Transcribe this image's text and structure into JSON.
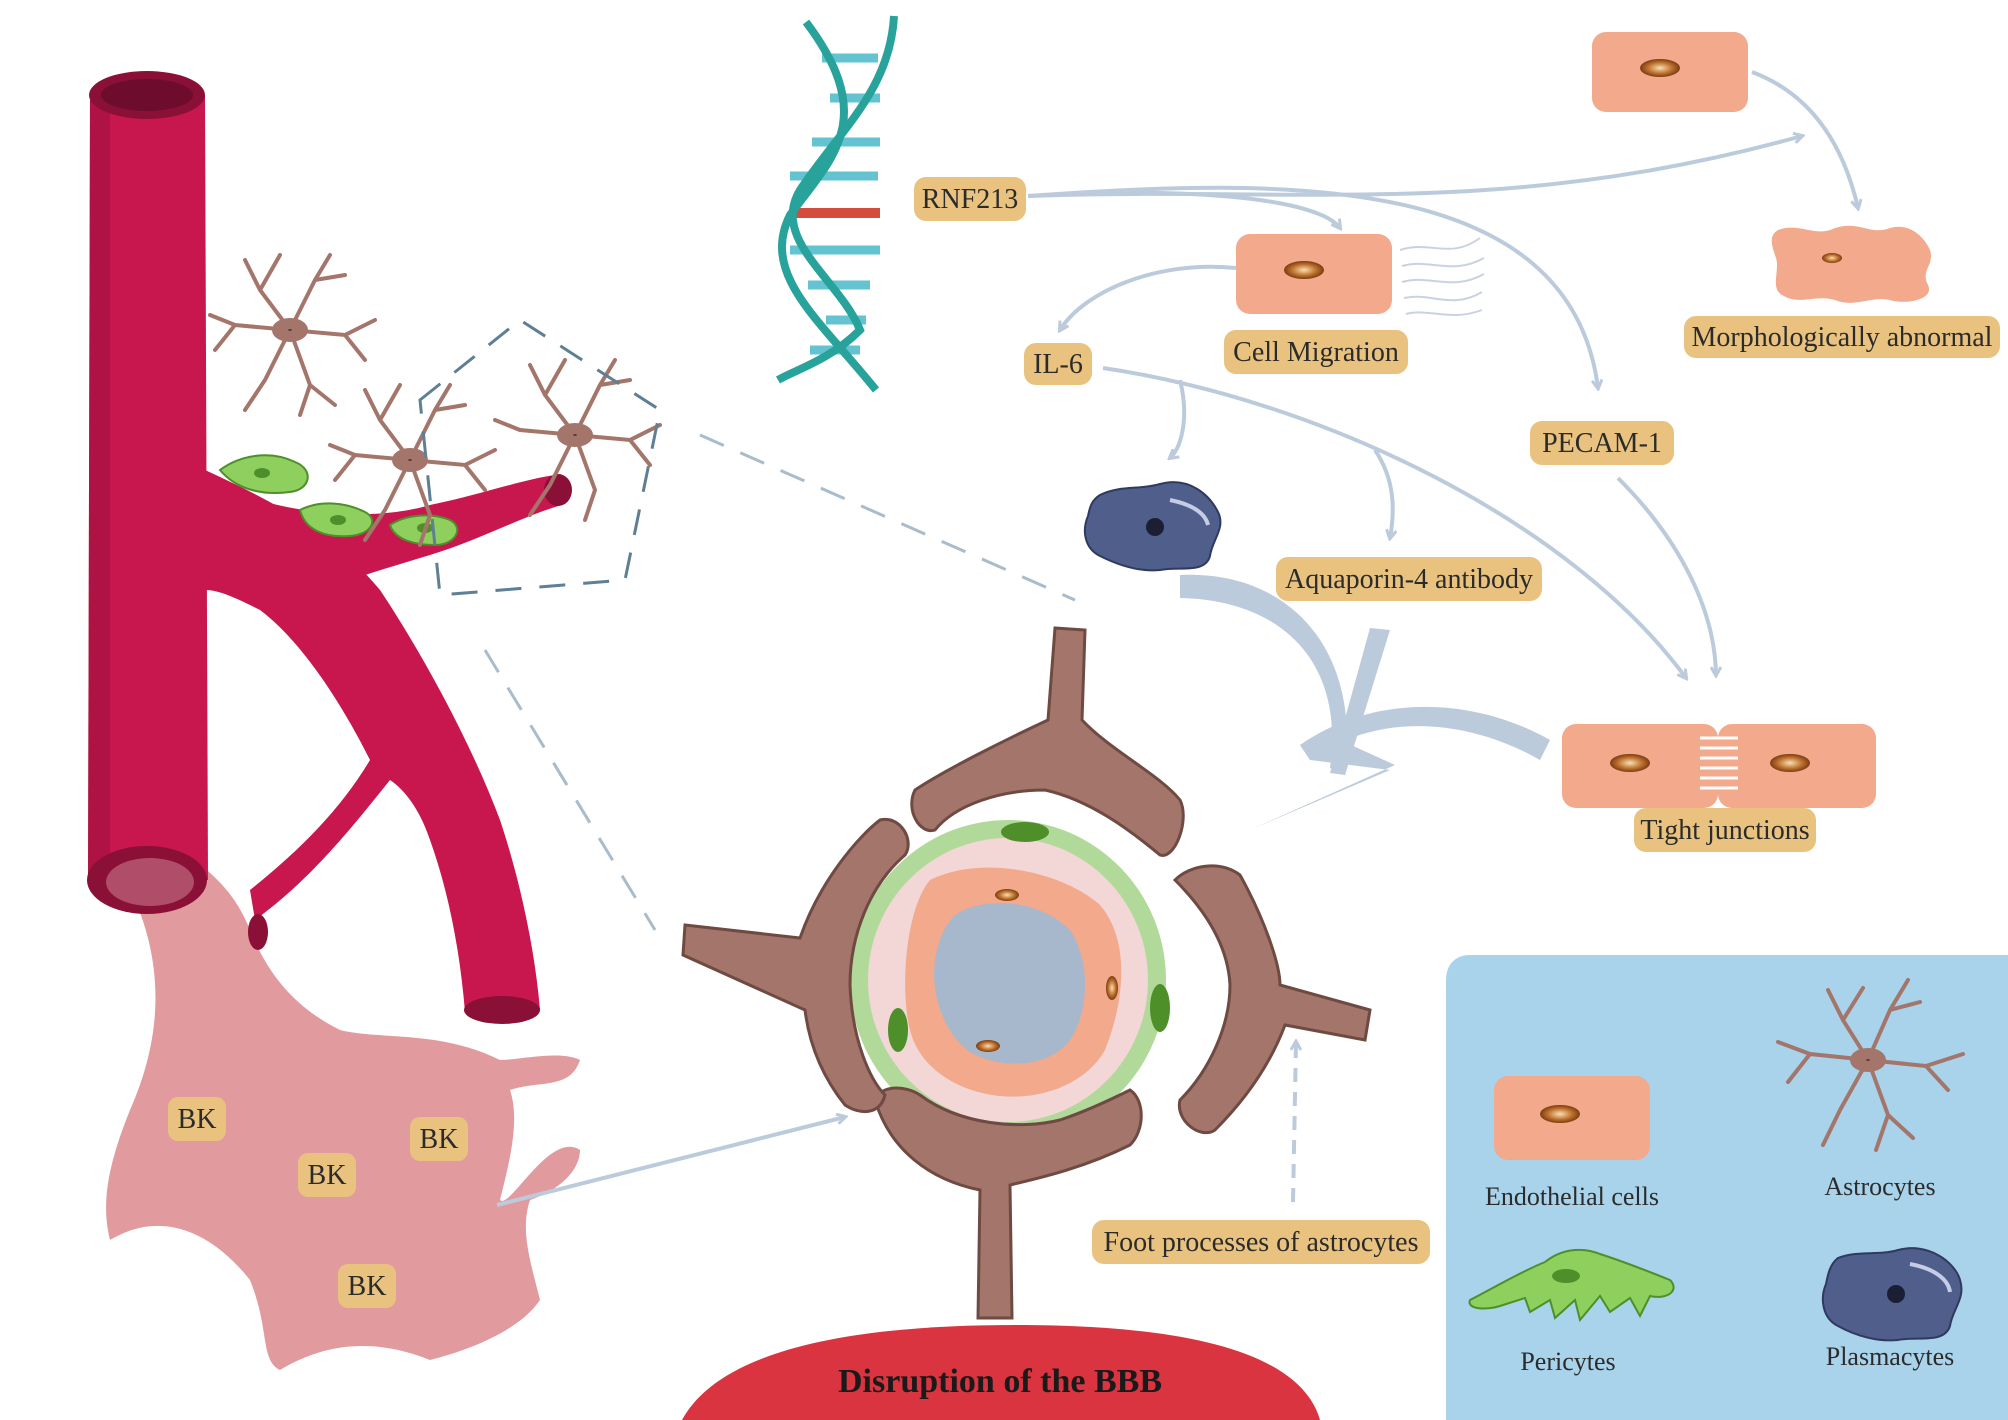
{
  "labels": {
    "rnf213": "RNF213",
    "il6": "IL-6",
    "cell_migration": "Cell Migration",
    "pecam1": "PECAM-1",
    "morph_abnormal": "Morphologically abnormal",
    "aquaporin": "Aquaporin-4 antibody",
    "tight_junctions": "Tight junctions",
    "foot_processes": "Foot processes of astrocytes",
    "bk": [
      "BK",
      "BK",
      "BK",
      "BK"
    ]
  },
  "title": "Disruption of the BBB",
  "legend": {
    "endothelial": "Endothelial cells",
    "astrocytes": "Astrocytes",
    "pericytes": "Pericytes",
    "plasmacytes": "Plasmacytes"
  },
  "colors": {
    "vessel": "#c8174e",
    "label_bg": "#e8c27e",
    "endothelial": "#f2a98c",
    "astrocyte": "#a4756a",
    "pericyte": "#8ecf5e",
    "plasmacyte": "#4f5e8a",
    "arrow": "#bccbdb",
    "legend_bg": "#a9d3ea",
    "title_bg": "#d9343f",
    "pink_region": "#e19a9e",
    "dna": "#28a39b"
  }
}
